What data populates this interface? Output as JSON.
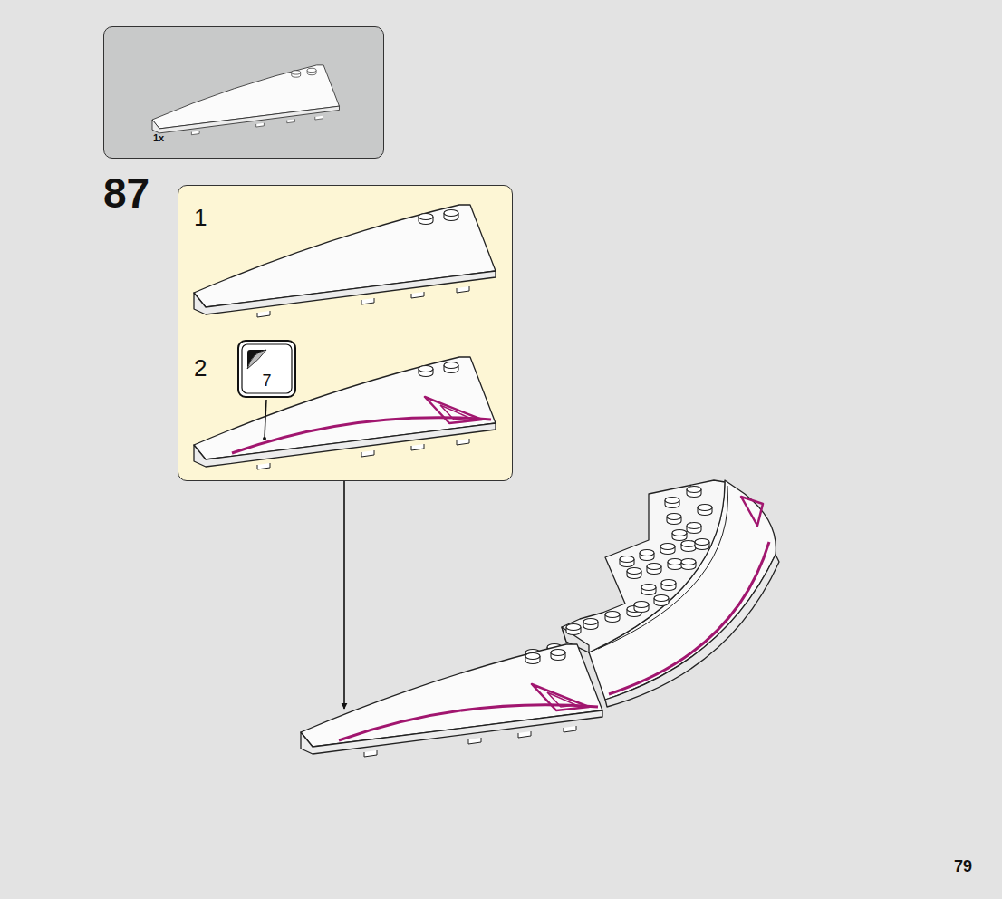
{
  "diagram": {
    "nodes": [
      {
        "text": [
          "1x"
        ]
      },
      {
        "text": [
          "1",
          "2"
        ]
      },
      {
        "text": [
          "7"
        ],
        "in": 1
      }
    ],
    "labels": [
      "87",
      "79"
    ]
  }
}
